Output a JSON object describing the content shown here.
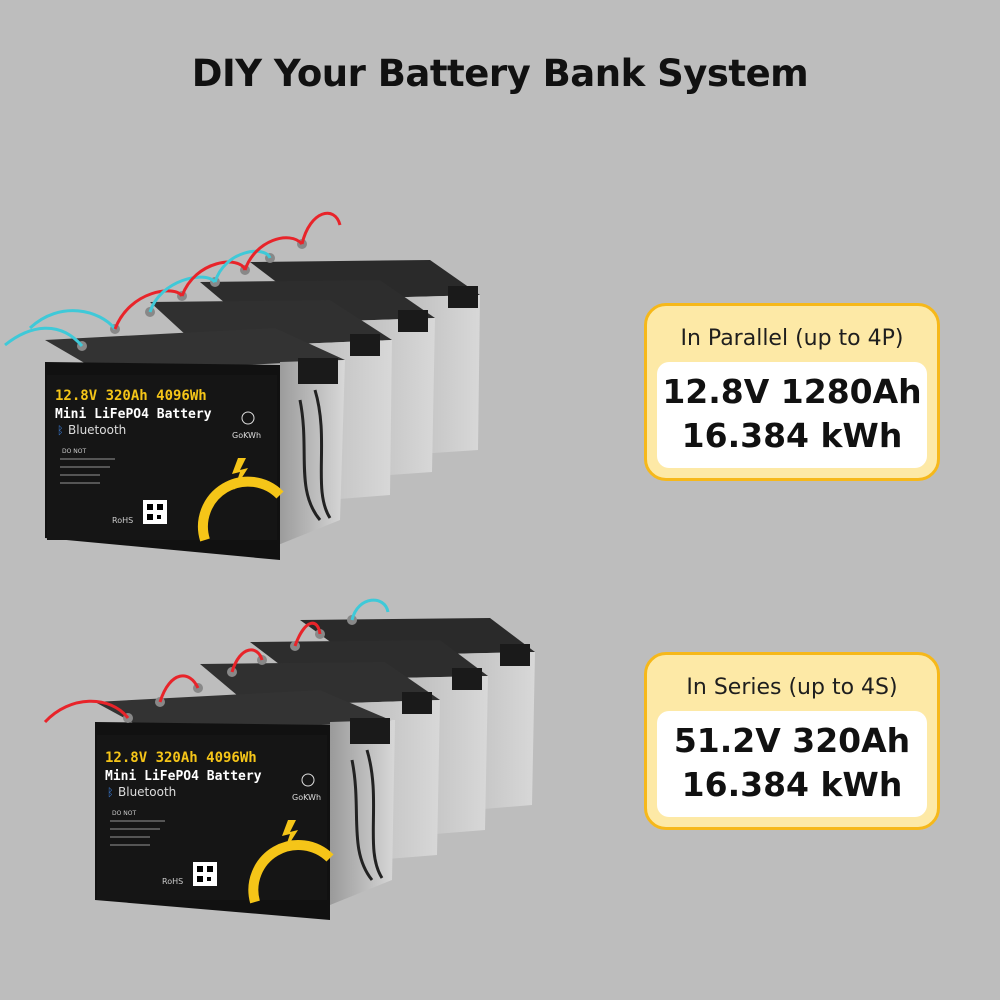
{
  "title": "DIY Your Battery Bank System",
  "battery_label": {
    "spec": "12.8V 320Ah 4096Wh",
    "name": "Mini LiFePO4 Battery",
    "bt": "Bluetooth",
    "brand": "GoKWh",
    "warning": "DO NOT",
    "rohs": "RoHS"
  },
  "parallel": {
    "header": "In Parallel (up to 4P)",
    "line1": "12.8V 1280Ah",
    "line2": "16.384 kWh"
  },
  "series": {
    "header": "In Series (up to 4S)",
    "line1": "51.2V 320Ah",
    "line2": "16.384 kWh"
  },
  "colors": {
    "background": "#bdbdbd",
    "accent": "#f6b81a",
    "card_fill": "#fde9a6",
    "battery_yellow": "#f5c518",
    "positive_wire": "#e8242a",
    "negative_wire": "#3fc9d8"
  }
}
